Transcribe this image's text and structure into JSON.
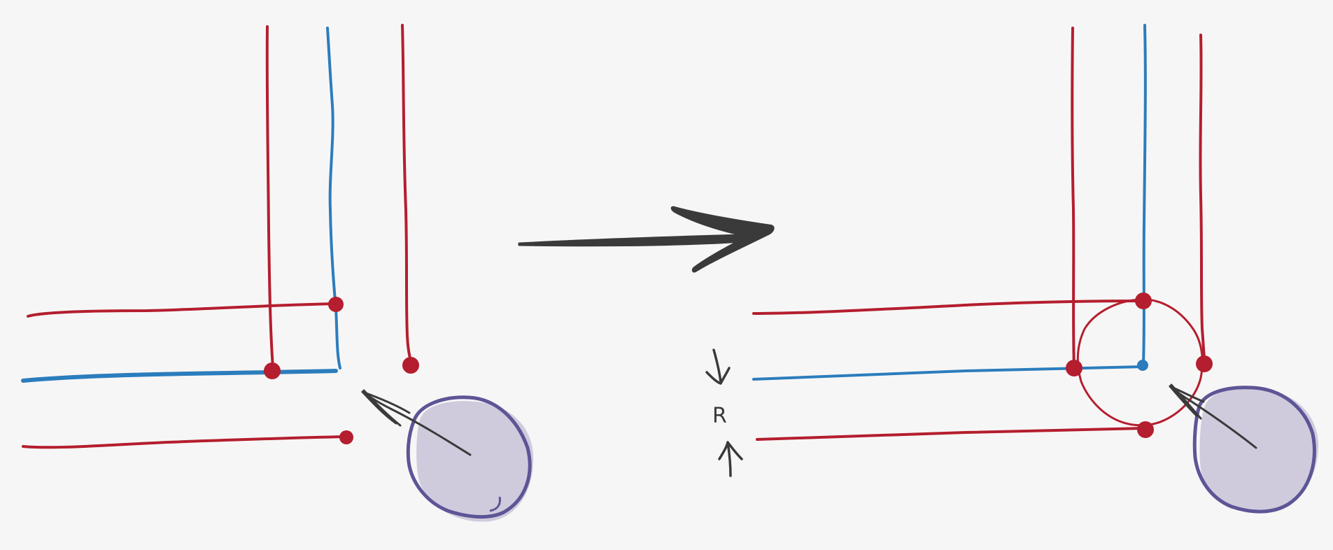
{
  "colors": {
    "background": "#f7f6f6",
    "red_wire": "#b41e2e",
    "blue_wire": "#2b7dbd",
    "ink": "#3a3a3a",
    "cursor_fill": "#cfcbdd",
    "cursor_stroke": "#5d5596"
  },
  "panels": [
    {
      "id": "before",
      "description_key": "wires-before"
    },
    {
      "id": "after",
      "description_key": "wires-after"
    }
  ],
  "labels": {
    "radius": "R"
  },
  "icons": {
    "transition": "right-arrow-icon",
    "cursor": "mouse-cursor-icon"
  }
}
